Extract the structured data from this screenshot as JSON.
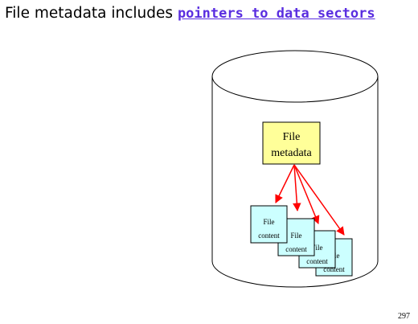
{
  "title": {
    "prefix": "File metadata includes ",
    "highlight": "pointers to data sectors"
  },
  "diagram": {
    "metadata_box": {
      "line1": "File",
      "line2": "metadata"
    },
    "content_boxes": [
      {
        "line1": "File",
        "line2": "content"
      },
      {
        "line1": "File",
        "line2": "content"
      },
      {
        "line1": "File",
        "line2": "content"
      },
      {
        "line1": "File",
        "line2": "content"
      }
    ],
    "colors": {
      "metadata_fill": "#ffff99",
      "content_fill": "#ccffff",
      "arrow": "#ff0000"
    }
  },
  "page_number": "297"
}
